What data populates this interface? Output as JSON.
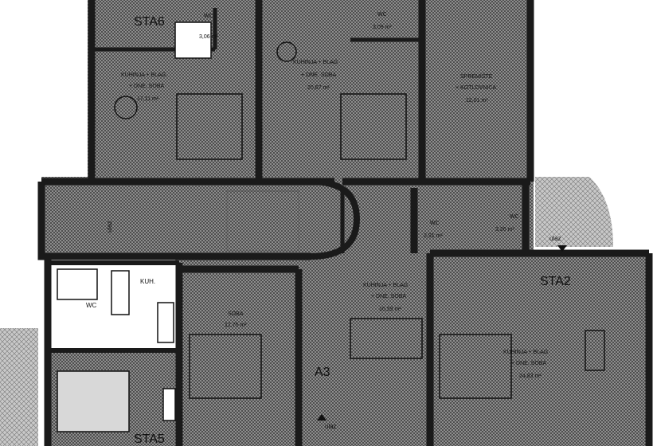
{
  "labels": {
    "sta6": "STA6",
    "sta2": "STA2",
    "a3": "A3",
    "sta5": "STA5",
    "wc_sta6": "WC",
    "wc_sta6_area": "3,06 m²",
    "wc_top_mid": "WC",
    "wc_top_mid_area": "3,09 m²",
    "kitchen_sta6_l1": "KUHINJA + BLAG.",
    "kitchen_sta6_l2": "+ DNE. SOBA",
    "kitchen_sta6_area": "17,11 m²",
    "kitchen_mid_l1": "KUHINJA + BLAG",
    "kitchen_mid_l2": "+ DNE. SOBA",
    "kitchen_mid_area": "20,67 m²",
    "storage_l1": "SPREMIŠTE",
    "storage_l2": "+ KOTLOVNICA",
    "storage_area": "12,01 m²",
    "wc_a3": "WC",
    "wc_a3_area": "2,91 m²",
    "wc_sta2": "WC",
    "wc_sta2_area": "3,26 m²",
    "ulaz_left": "ulaz",
    "ulaz_right": "ulaz",
    "ulaz_bottom": "ulaz",
    "kuh": "KUH.",
    "wc_left": "WC",
    "soba_l1": "SOBA",
    "soba_area": "12,75 m²",
    "kitchen_a3_l1": "KUHINJA + BLAG",
    "kitchen_a3_l2": "+ DNE. SOBA",
    "kitchen_a3_area": "16,59 m²",
    "kitchen_sta2_l1": "KUHINJA + BLAG",
    "kitchen_sta2_l2": "+ DNE. SOBA",
    "kitchen_sta2_area": "24,83 m²"
  },
  "colors": {
    "wall": "#1a1a1a",
    "floor_hatch": "#8a8a8a",
    "outdoor_hatch": "#b0b0b0",
    "background": "#ffffff"
  }
}
